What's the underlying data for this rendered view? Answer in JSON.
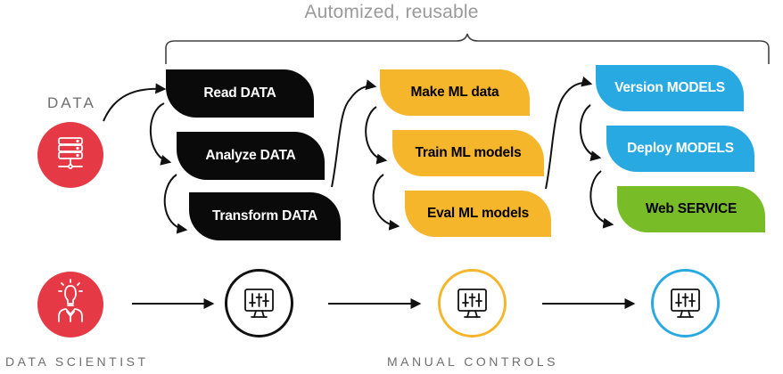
{
  "top_label": "Automized, reusable",
  "data_label": "DATA",
  "data_scientist_label": "DATA SCIENTIST",
  "manual_controls_label": "MANUAL CONTROLS",
  "columns": [
    {
      "color": "#0a0a0a",
      "steps": [
        "Read DATA",
        "Analyze DATA",
        "Transform DATA"
      ]
    },
    {
      "color": "#f6b62c",
      "steps": [
        "Make ML data",
        "Train ML models",
        "Eval ML models"
      ]
    },
    {
      "color": "#29a9e1",
      "steps": [
        "Version MODELS",
        "Deploy MODELS",
        "Web SERVICE"
      ],
      "last_step_color": "#78bd27"
    }
  ],
  "control_circle_colors": [
    "#111111",
    "#f6b62c",
    "#29a9e1"
  ],
  "data_circle_color": "#e63946",
  "icons": {
    "data": "database-icon",
    "scientist": "scientist-lightbulb-icon",
    "control": "monitor-sliders-icon"
  }
}
